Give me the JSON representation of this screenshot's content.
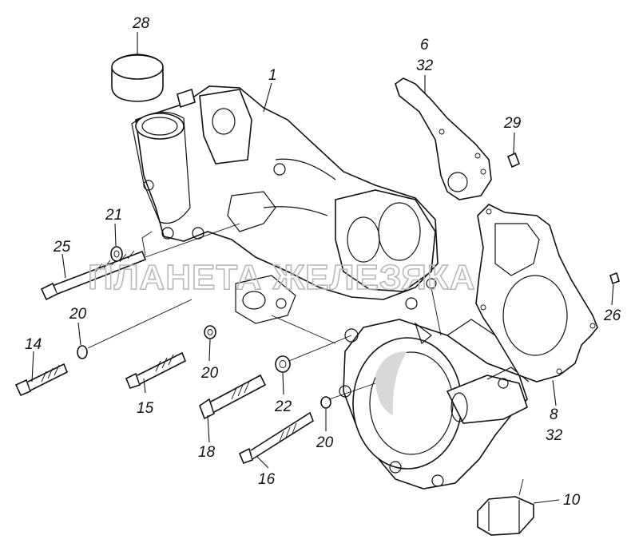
{
  "watermark": "ПЛАНЕТА ЖЕЛЕЗЯКА",
  "callouts": {
    "c28": "28",
    "c1": "1",
    "c6": "6",
    "c6b": "32",
    "c29": "29",
    "c21": "21",
    "c25": "25",
    "c20a": "20",
    "c14": "14",
    "c20b": "20",
    "c15": "15",
    "c22": "22",
    "c18": "18",
    "c20c": "20",
    "c16": "16",
    "c26": "26",
    "c8": "8",
    "c8b": "32",
    "c10": "10"
  }
}
